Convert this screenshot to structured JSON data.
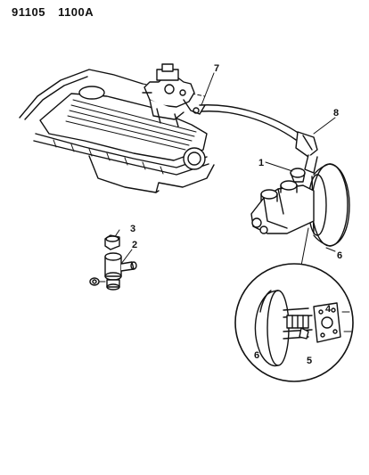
{
  "header": {
    "code_left": "91105",
    "code_right": "1100A"
  },
  "callouts": [
    {
      "id": "1",
      "label": "1"
    },
    {
      "id": "2",
      "label": "2"
    },
    {
      "id": "3",
      "label": "3"
    },
    {
      "id": "4",
      "label": "4"
    },
    {
      "id": "5",
      "label": "5"
    },
    {
      "id": "6a",
      "label": "6"
    },
    {
      "id": "6b",
      "label": "6"
    },
    {
      "id": "7",
      "label": "7"
    },
    {
      "id": "8",
      "label": "8"
    }
  ]
}
